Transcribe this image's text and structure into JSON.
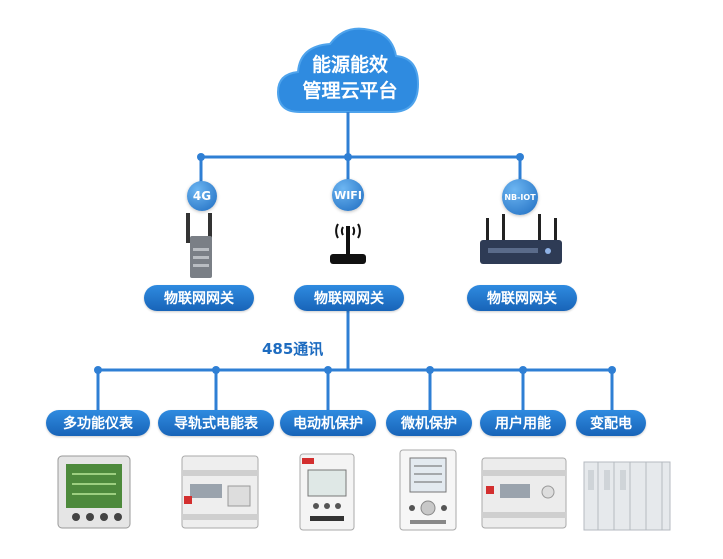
{
  "cloud": {
    "line1": "能源能效",
    "line2": "管理云平台"
  },
  "networks": [
    {
      "label": "4G",
      "icon": "4g-router-icon"
    },
    {
      "label": "WIFI",
      "icon": "wifi-router-icon"
    },
    {
      "label": "NB-IOT",
      "icon": "nb-iot-router-icon"
    }
  ],
  "gateways": [
    "物联网网关",
    "物联网网关",
    "物联网网关"
  ],
  "bus_label": "485通讯",
  "devices": [
    {
      "label": "多功能仪表",
      "icon": "multifunction-meter-icon"
    },
    {
      "label": "导轨式电能表",
      "icon": "din-rail-energy-meter-icon"
    },
    {
      "label": "电动机保护",
      "icon": "motor-protector-icon"
    },
    {
      "label": "微机保护",
      "icon": "microcomputer-protection-icon"
    },
    {
      "label": "用户用能",
      "icon": "user-energy-meter-icon"
    },
    {
      "label": "变配电",
      "icon": "switchgear-cabinet-icon"
    }
  ],
  "colors": {
    "line": "#2f7fd4",
    "pill": "#1e6cc0",
    "cloud": "#2f8be0"
  }
}
